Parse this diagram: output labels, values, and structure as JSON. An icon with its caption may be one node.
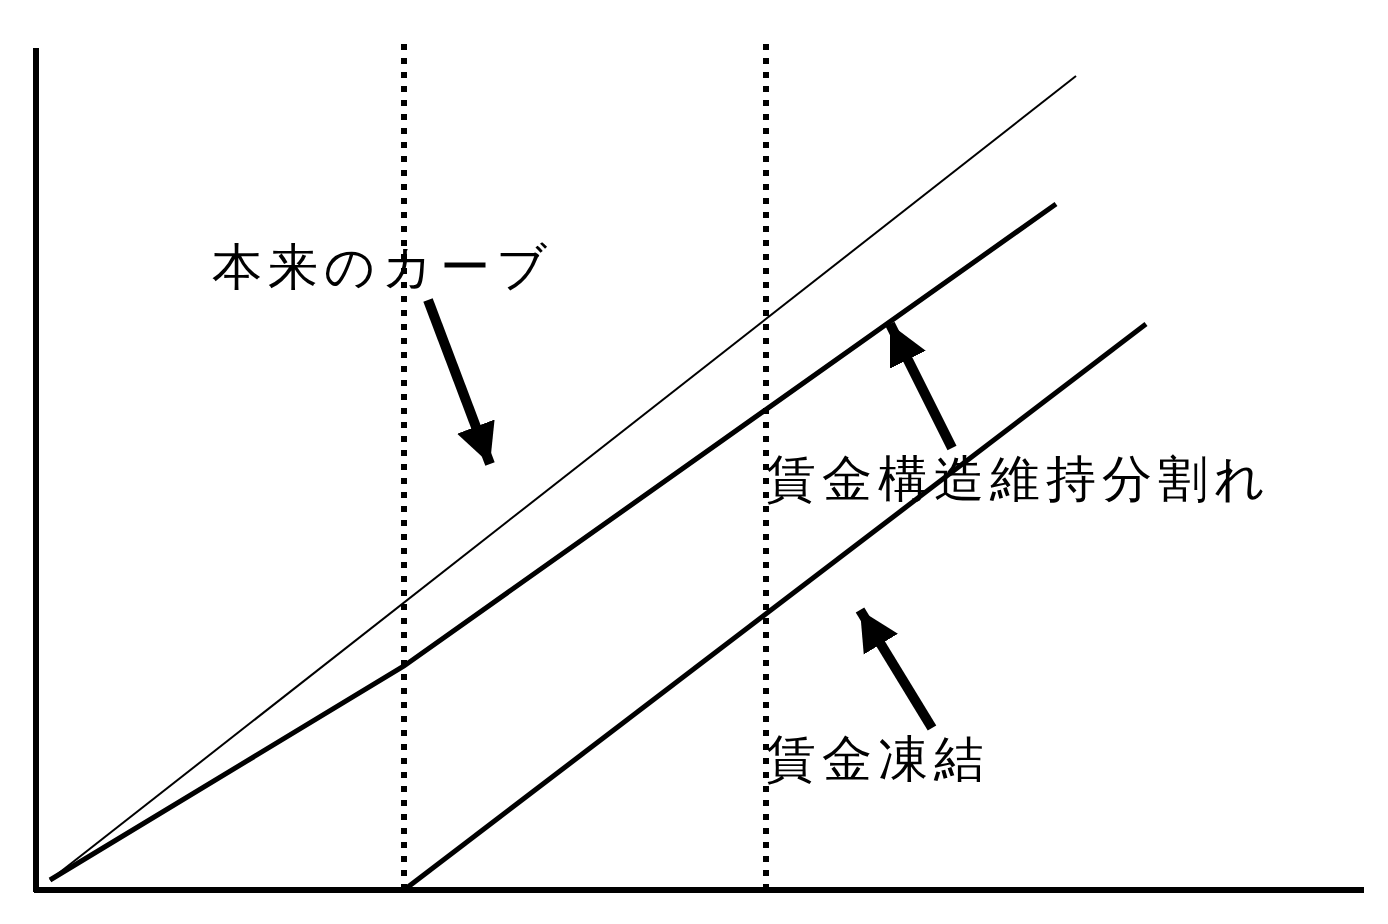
{
  "diagram": {
    "nodes": [
      {
        "text": [
          "本来のカーブ"
        ]
      },
      {
        "text": [
          "賃金構造維持分割れ"
        ]
      },
      {
        "text": [
          "賃金凍結"
        ]
      }
    ],
    "edges": [
      {
        "from": 0,
        "to": null,
        "arrow": "to"
      },
      {
        "from": 1,
        "to": null,
        "arrow": "to"
      },
      {
        "from": 2,
        "to": null,
        "arrow": "to"
      }
    ]
  }
}
